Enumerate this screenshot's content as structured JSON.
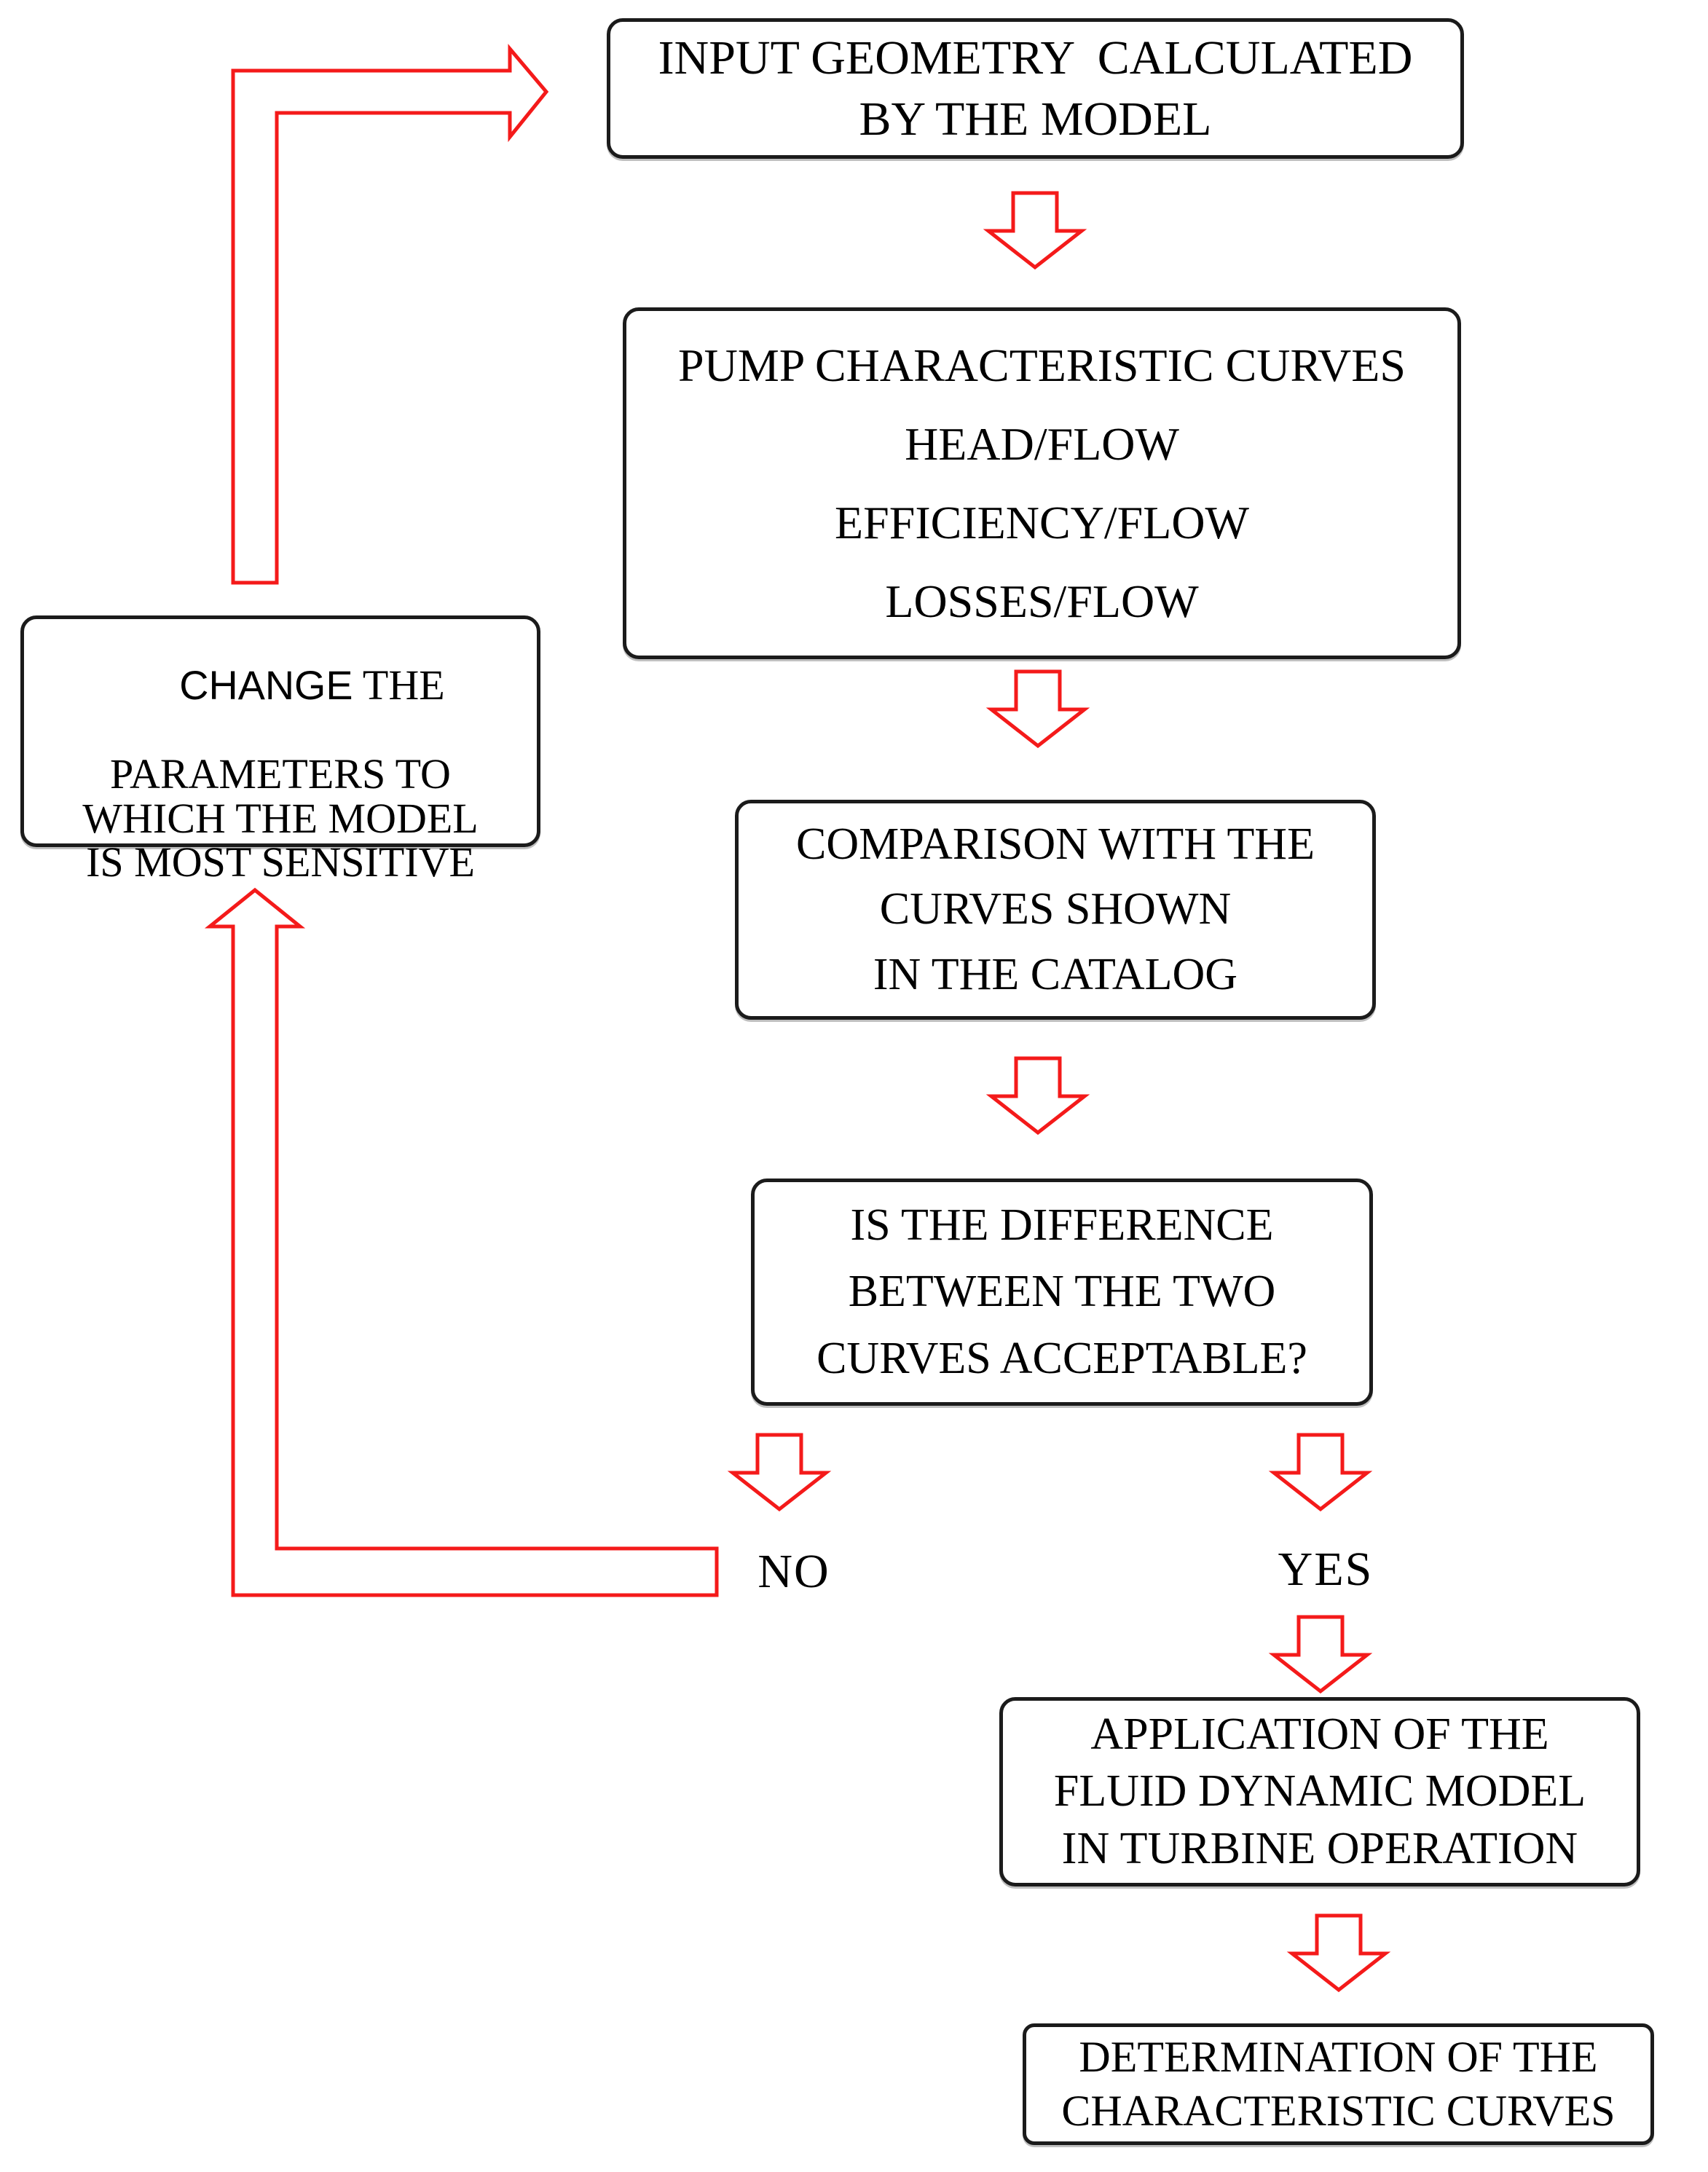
{
  "diagram": {
    "boxes": {
      "input": {
        "lines": [
          "INPUT GEOMETRY  CALCULATED",
          "BY THE MODEL"
        ]
      },
      "pump": {
        "lines": [
          "PUMP CHARACTERISTIC CURVES",
          "HEAD/FLOW",
          "EFFICIENCY/FLOW",
          "LOSSES/FLOW"
        ]
      },
      "comparison": {
        "lines": [
          "COMPARISON WITH THE",
          "CURVES SHOWN",
          "IN THE CATALOG"
        ]
      },
      "decision": {
        "lines": [
          "IS THE DIFFERENCE",
          "BETWEEN THE TWO",
          "CURVES ACCEPTABLE?"
        ]
      },
      "change": {
        "first_word": "CHANGE",
        "first_line_rest": " THE",
        "lines": [
          "PARAMETERS TO",
          "WHICH THE MODEL",
          "IS MOST SENSITIVE"
        ]
      },
      "application": {
        "lines": [
          "APPLICATION OF THE",
          "FLUID DYNAMIC MODEL",
          "IN TURBINE OPERATION"
        ]
      },
      "determination": {
        "lines": [
          "DETERMINATION OF THE",
          "CHARACTERISTIC CURVES"
        ]
      }
    },
    "labels": {
      "no": "NO",
      "yes": "YES"
    },
    "colors": {
      "arrow_red": "#f41a1a",
      "box_border": "#1b1b1b",
      "text": "#000000",
      "background": "#ffffff"
    }
  }
}
